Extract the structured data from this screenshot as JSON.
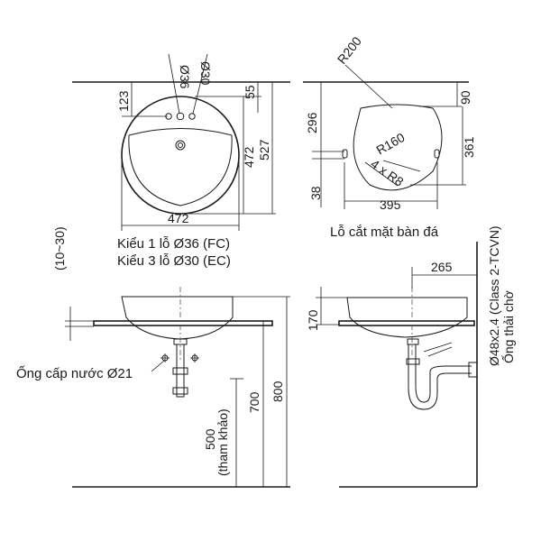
{
  "top_view": {
    "hole_36": "Ø36",
    "hole_30": "Ø30",
    "dim_123": "123",
    "dim_55": "55",
    "dim_472_v": "472",
    "dim_527": "527",
    "dim_472_h": "472"
  },
  "faucet_notes": {
    "line1": "Kiểu 1 lỗ Ø36 (FC)",
    "line2": "Kiểu 3 lỗ Ø30 (EC)"
  },
  "cutout": {
    "r200": "R200",
    "r160": "R160",
    "r8": "4 x R8",
    "dim_296": "296",
    "dim_90": "90",
    "dim_361": "361",
    "dim_38": "38",
    "dim_395": "395",
    "caption": "Lỗ cắt mặt bàn đá"
  },
  "front_view": {
    "dim_10_30": "(10~30)",
    "water_pipe": "Ống cấp nước Ø21",
    "dim_500": "500",
    "ref": "(tham khảo)",
    "dim_700": "700",
    "dim_800": "800"
  },
  "side_view": {
    "dim_265": "265",
    "dim_170": "170",
    "drain_spec": "Ø48x2.4 (Class 2-TCVN)",
    "drain_label": "Ống thải chờ"
  }
}
